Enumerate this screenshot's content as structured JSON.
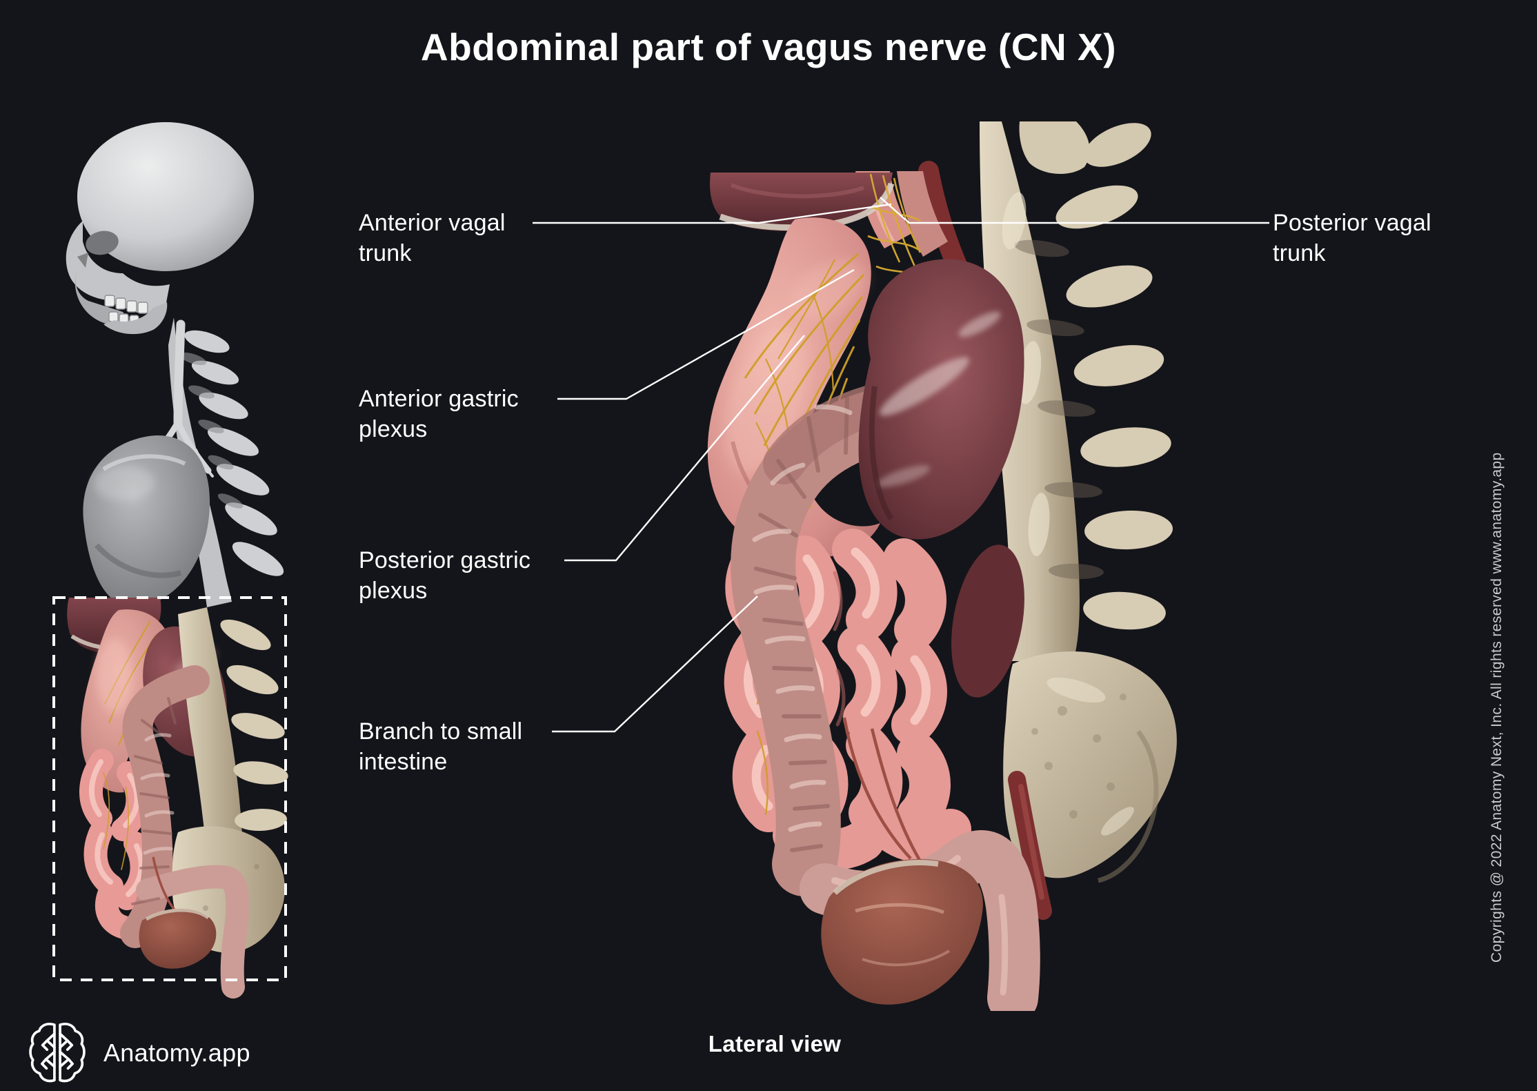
{
  "title": "Abdominal part of vagus nerve (CN X)",
  "view_caption": "Lateral view",
  "brand": {
    "name": "Anatomy.app",
    "icon": "brain-icon"
  },
  "copyright_notice": "Copyrights @ 2022 Anatomy Next, Inc. All rights reserved www.anatomy.app",
  "labels": {
    "anterior_vagal_trunk": "Anterior vagal\ntrunk",
    "anterior_gastric_plexus": "Anterior gastric\nplexus",
    "posterior_gastric_plexus": "Posterior gastric\nplexus",
    "branch_to_small_intestine": "Branch to small\nintestine",
    "posterior_vagal_trunk": "Posterior vagal\ntrunk"
  },
  "palette": {
    "background": "#14151a",
    "text": "#ffffff",
    "leader_line": "#ffffff",
    "copyright_text": "#c9cacd",
    "highlight_box": "#ffffff",
    "nerve_yellow": "#cf9e28",
    "stomach_pink": "#d9908c",
    "small_intestine_pink": "#e59a95",
    "colon_pink": "#bf8b85",
    "spleen_maroon": "#6f3a40",
    "liver_maroon": "#6e3238",
    "bladder_red": "#9a564a",
    "bone_beige": "#cdc1a9",
    "skeleton_gray": "#cfd0d2"
  }
}
